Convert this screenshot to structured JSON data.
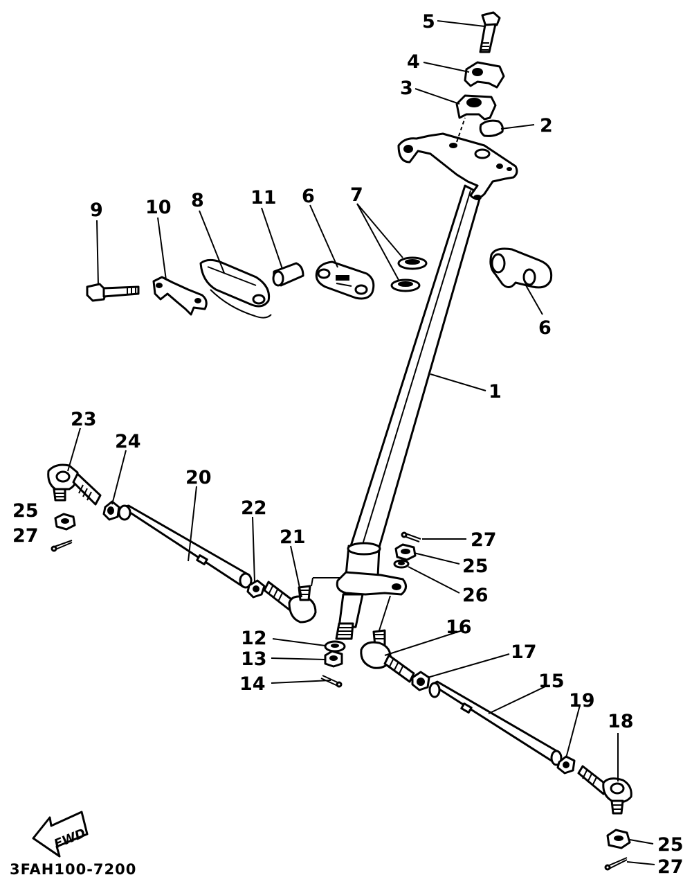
{
  "diagram": {
    "code": "3FAH100-7200",
    "fwd_label": "FWD",
    "callouts": {
      "c1": "1",
      "c2": "2",
      "c3": "3",
      "c4": "4",
      "c5": "5",
      "c6a": "6",
      "c6b": "6",
      "c7": "7",
      "c8": "8",
      "c9": "9",
      "c10": "10",
      "c11": "11",
      "c12": "12",
      "c13": "13",
      "c14": "14",
      "c15": "15",
      "c16": "16",
      "c17": "17",
      "c18": "18",
      "c19": "19",
      "c20": "20",
      "c21": "21",
      "c22": "22",
      "c23": "23",
      "c24": "24",
      "c25a": "25",
      "c25b": "25",
      "c25c": "25",
      "c26": "26",
      "c27a": "27",
      "c27b": "27",
      "c27c": "27"
    }
  }
}
